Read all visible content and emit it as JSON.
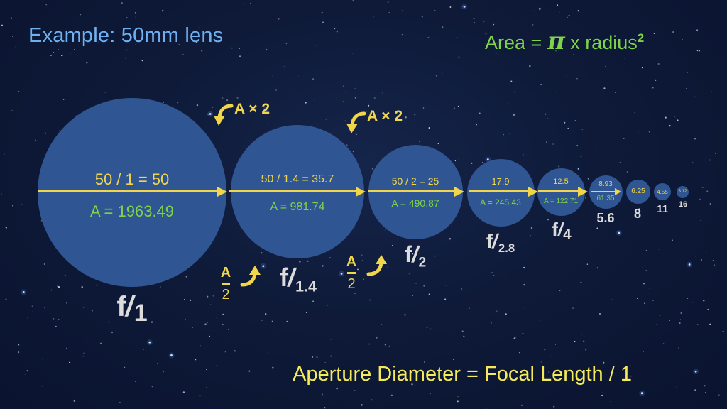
{
  "header": {
    "title": "Example: 50mm lens",
    "formula": {
      "prefix": "Area = ",
      "pi": "π",
      "suffix": " x radius",
      "exponent": "2"
    }
  },
  "footer": {
    "text": "Aperture Diameter = Focal Length / 1"
  },
  "colors": {
    "background": "#0e1a38",
    "circle": "#2f5592",
    "diameter_text": "#f1d54a",
    "area_text": "#7ed348",
    "title_text": "#6fb0f0",
    "fstop_label": "#dcdcdc"
  },
  "stops": [
    {
      "fstop": "f/1",
      "f": "f",
      "n": "1",
      "diameter_text": "50 / 1 = 50",
      "area_text": "A = 1963.49"
    },
    {
      "fstop": "f/1.4",
      "f": "f",
      "n": "1.4",
      "diameter_text": "50 / 1.4 = 35.7",
      "area_text": "A = 981.74"
    },
    {
      "fstop": "f/2",
      "f": "f",
      "n": "2",
      "diameter_text": "50 / 2 = 25",
      "area_text": "A = 490.87"
    },
    {
      "fstop": "f/2.8",
      "f": "f",
      "n": "2.8",
      "diameter_text": "17.9",
      "area_text": "A = 245.43"
    },
    {
      "fstop": "f/4",
      "f": "f",
      "n": "4",
      "diameter_text": "12.5",
      "area_text": "A = 122.71"
    },
    {
      "fstop": "5.6",
      "n": "5.6",
      "diameter_text": "8.93",
      "area_text": "61.35"
    },
    {
      "fstop": "8",
      "n": "8",
      "diameter_text": "6.25"
    },
    {
      "fstop": "11",
      "n": "11",
      "diameter_text": "4.55"
    },
    {
      "fstop": "16",
      "n": "16",
      "diameter_text": "3.12"
    }
  ],
  "annotations": {
    "double_label": "A × 2",
    "half_numerator": "A",
    "half_denominator": "2"
  },
  "chart_data": {
    "type": "diagram",
    "title": "Example: 50mm lens",
    "focal_length_mm": 50,
    "formula": "Area = π x radius²",
    "footer": "Aperture Diameter = Focal Length / 1",
    "items": [
      {
        "f_number": 1,
        "diameter": 50,
        "area": 1963.49
      },
      {
        "f_number": 1.4,
        "diameter": 35.7,
        "area": 981.74
      },
      {
        "f_number": 2,
        "diameter": 25,
        "area": 490.87
      },
      {
        "f_number": 2.8,
        "diameter": 17.9,
        "area": 245.43
      },
      {
        "f_number": 4,
        "diameter": 12.5,
        "area": 122.71
      },
      {
        "f_number": 5.6,
        "diameter": 8.93,
        "area": 61.35
      },
      {
        "f_number": 8,
        "diameter": 6.25
      },
      {
        "f_number": 11,
        "diameter": 4.55
      },
      {
        "f_number": 16,
        "diameter": 3.12
      }
    ],
    "annotations": [
      "A × 2 (between f/1 and f/1.4)",
      "A × 2 (between f/1.4 and f/2)",
      "A/2 (between f/1 and f/1.4)",
      "A/2 (between f/1.4 and f/2)"
    ]
  }
}
